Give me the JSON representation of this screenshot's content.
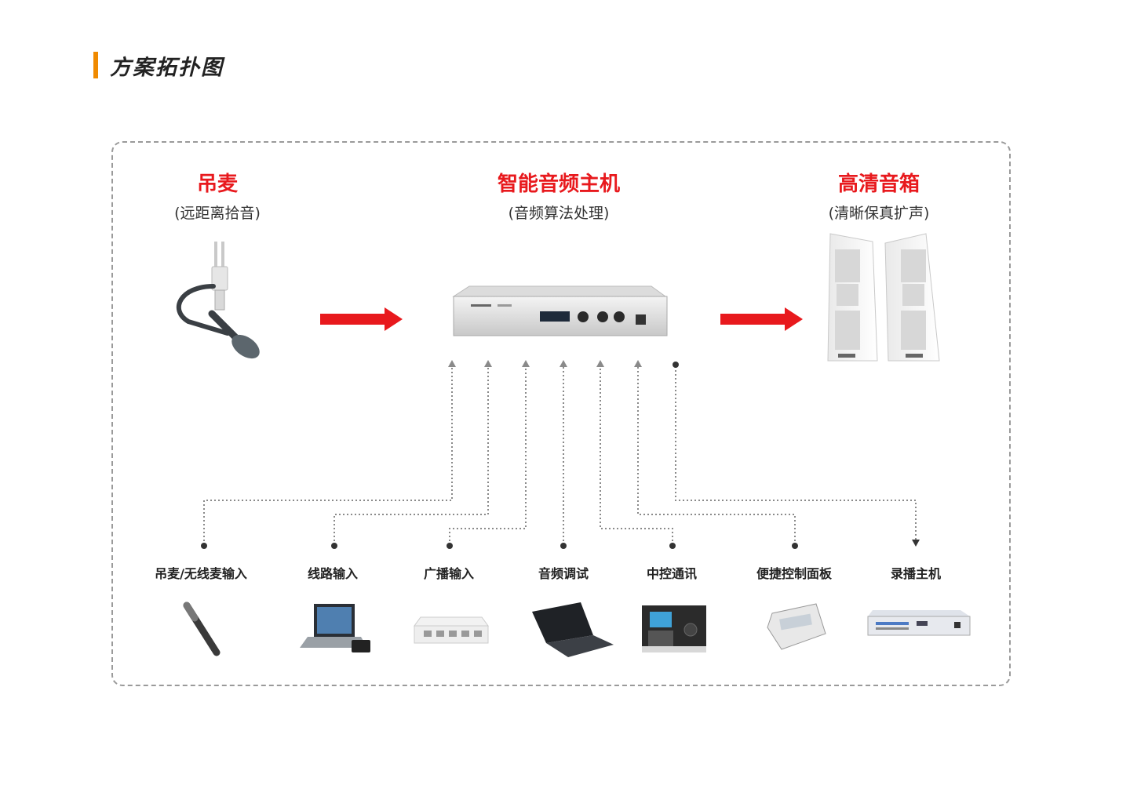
{
  "page": {
    "title": "方案拓扑图",
    "accent": "#f08a00"
  },
  "diagram": {
    "arrow_color": "#e8191d",
    "components": {
      "mic": {
        "title": "吊麦",
        "subtitle": "(远距离拾音)",
        "icon": "hanging-microphone-icon"
      },
      "host": {
        "title": "智能音频主机",
        "subtitle": "(音频算法处理)",
        "icon": "audio-host-unit-icon"
      },
      "speaker": {
        "title": "高清音箱",
        "subtitle": "(清晰保真扩声)",
        "icon": "column-speaker-icon"
      }
    },
    "sources": [
      {
        "label": "吊麦/无线麦输入",
        "icon": "handheld-mic-icon"
      },
      {
        "label": "线路输入",
        "icon": "laptop-phone-icon"
      },
      {
        "label": "广播输入",
        "icon": "network-switch-icon"
      },
      {
        "label": "音频调试",
        "icon": "laptop-icon"
      },
      {
        "label": "中控通讯",
        "icon": "control-terminal-icon"
      },
      {
        "label": "便捷控制面板",
        "icon": "control-panel-icon"
      },
      {
        "label": "录播主机",
        "icon": "recording-host-icon"
      }
    ]
  }
}
